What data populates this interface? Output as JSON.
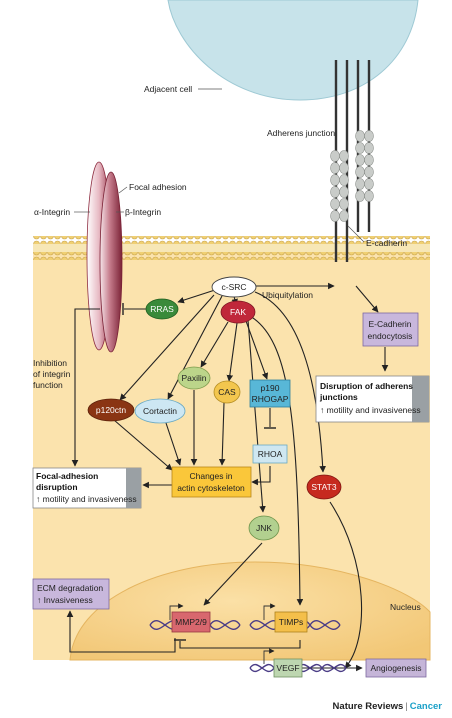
{
  "labels": {
    "adjacent_cell": "Adjacent cell",
    "adherens_junction": "Adherens junction",
    "focal_adhesion": "Focal adhesion",
    "alpha_integrin": "α-Integrin",
    "beta_integrin": "β-Integrin",
    "e_cadherin": "E-cadherin",
    "ubiquitylation": "Ubiquitylation",
    "inhibition_line1": "Inhibition",
    "inhibition_line2": "of integrin",
    "inhibition_line3": "function",
    "nucleus": "Nucleus"
  },
  "nodes": {
    "csrc": "c-SRC",
    "rras": "RRAS",
    "fak": "FAK",
    "paxilin": "Paxilin",
    "cas": "CAS",
    "p190_line1": "p190",
    "p190_line2": "RHOGAP",
    "rhoa": "RHOA",
    "p120ctn": "p120ctn",
    "cortactin": "Cortactin",
    "actin_line1": "Changes in",
    "actin_line2": "actin cytoskeleton",
    "stat3": "STAT3",
    "jnk": "JNK",
    "mmp": "MMP2/9",
    "timps": "TIMPs",
    "vegf": "VEGF",
    "angiogenesis": "Angiogenesis"
  },
  "outcomes": {
    "ecad_endo_line1": "E-Cadherin",
    "ecad_endo_line2": "endocytosis",
    "adherens_title_line1": "Disruption of adherens",
    "adherens_title_line2": "junctions",
    "adherens_sub": "↑ motility and invasiveness",
    "focal_title_line1": "Focal-adhesion",
    "focal_title_line2": "disruption",
    "focal_sub": "↑ motility and invasiveness",
    "ecm_line1": "ECM degradation",
    "ecm_line2": "↑ Invasiveness"
  },
  "credit": {
    "journal": "Nature Reviews",
    "separator": "|",
    "section": "Cancer"
  },
  "colors": {
    "cytoplasm": "#fbe3ad",
    "nucleus": "#f6d188",
    "adjacent_cell": "#c7e3ea",
    "membrane_bead": "#f0d074",
    "integrin": "#8f2f43",
    "rras": "#3a8a3a",
    "fak": "#c0273a",
    "paxilin": "#bcd58a",
    "cas": "#f3c64e",
    "p190": "#58b7d7",
    "rhoa": "#cfe7f1",
    "p120ctn": "#8a3513",
    "cortactin": "#cde7f3",
    "actin": "#fac73a",
    "stat3": "#c62a1f",
    "jnk": "#b2d08f",
    "mmp": "#d8676e",
    "timps": "#f4bf4a",
    "vegf": "#bdd6b0",
    "angiogenesis": "#c5b5d8",
    "outcome_box": "#9aa0a4",
    "ecm_box": "#c8b7dc",
    "dna": "#4b3d86",
    "accent_cancer": "#1aa0c8"
  }
}
